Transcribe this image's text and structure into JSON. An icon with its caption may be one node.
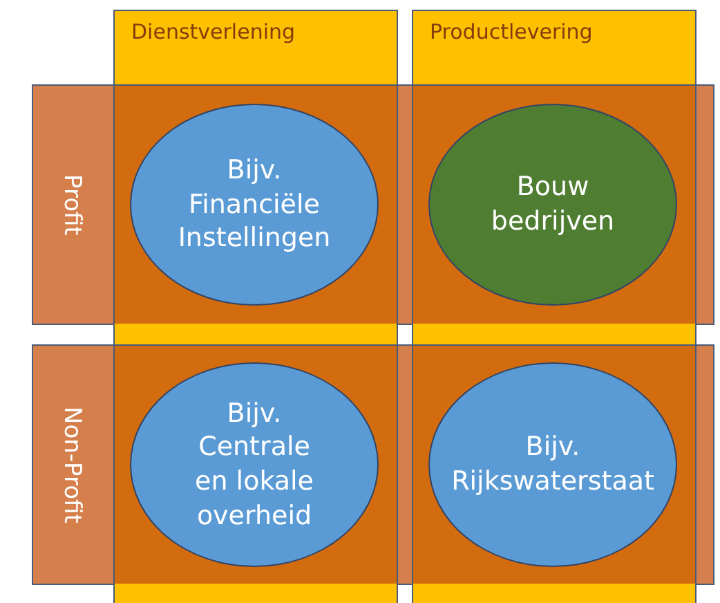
{
  "diagram": {
    "nodes": [
      {
        "text": [
          "Dienstverlening"
        ]
      },
      {
        "text": [
          "Productlevering"
        ]
      },
      {
        "text": [
          "Profit"
        ]
      },
      {
        "text": [
          "Non-Profit"
        ]
      },
      {
        "text": [
          "Bijv. Financiële Instellingen"
        ],
        "in": 2
      },
      {
        "text": [
          "Bouw bedrijven"
        ],
        "in": 2
      },
      {
        "text": [
          "Bijv. Centrale en lokale overheid"
        ],
        "in": 3
      },
      {
        "text": [
          "Bijv. Rijkswaterstaat"
        ],
        "in": 3
      }
    ],
    "edges": []
  }
}
